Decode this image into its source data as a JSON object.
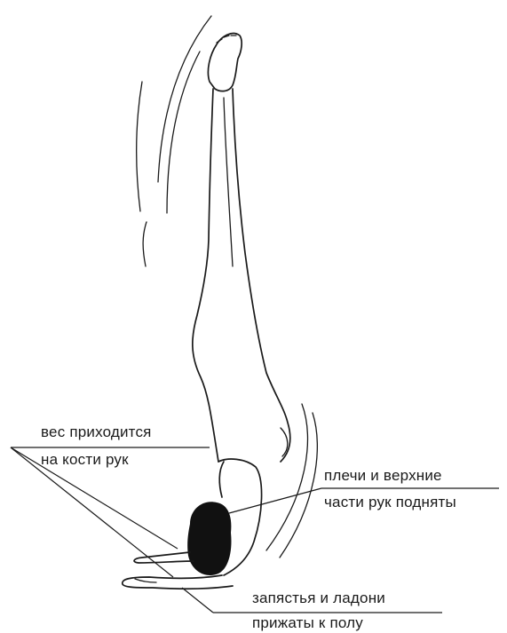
{
  "annotations": {
    "weight_line1": "вес приходится",
    "weight_line2": "на кости рук",
    "shoulders_line1": "плечи и верхние",
    "shoulders_line2": "части рук подняты",
    "wrists_line1": "запястья и ладони",
    "wrists_line2": "прижаты к полу"
  },
  "colors": {
    "ink": "#1a1a1a",
    "hair": "#111111",
    "background": "#ffffff"
  }
}
